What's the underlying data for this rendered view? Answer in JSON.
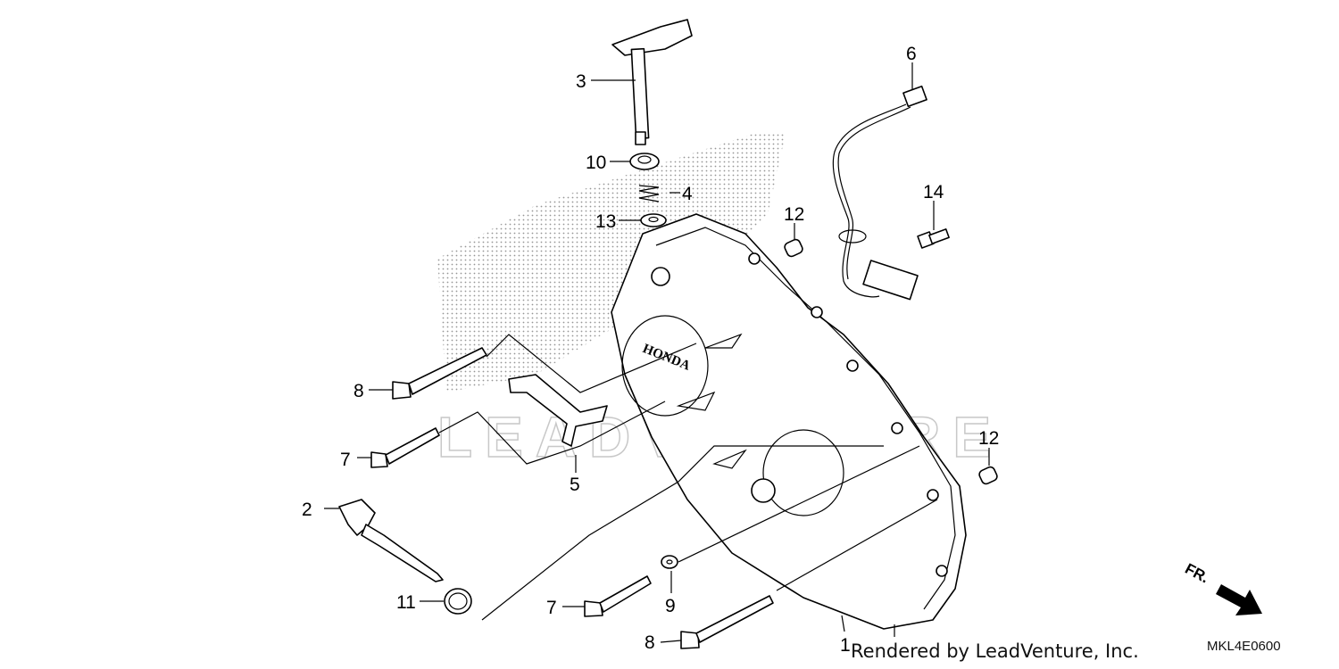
{
  "diagram": {
    "callouts": [
      "1",
      "2",
      "3",
      "4",
      "5",
      "6",
      "7",
      "7",
      "8",
      "8",
      "9",
      "10",
      "11",
      "12",
      "12",
      "13",
      "14"
    ],
    "brand_on_cover": "HONDA",
    "watermark": "LEADVENTURE",
    "direction_label": "FR.",
    "diagram_code": "MKL4E0600",
    "credit": "Rendered by LeadVenture, Inc."
  }
}
